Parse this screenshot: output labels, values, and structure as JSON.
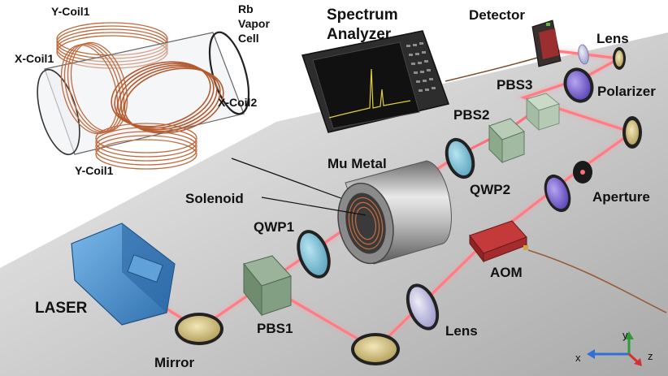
{
  "labels": {
    "y_coil1_top": "Y-Coil1",
    "x_coil1": "X-Coil1",
    "rb_line1": "Rb",
    "rb_line2": "Vapor",
    "rb_line3": "Cell",
    "x_coil2": "X-Coil2",
    "y_coil1_bottom": "Y-Coil1",
    "spectrum_line1": "Spectrum",
    "spectrum_line2": "Analyzer",
    "detector": "Detector",
    "lens_top": "Lens",
    "pbs3": "PBS3",
    "polarizer": "Polarizer",
    "pbs2": "PBS2",
    "mu_metal": "Mu Metal",
    "qwp2": "QWP2",
    "solenoid": "Solenoid",
    "aperture": "Aperture",
    "qwp1": "QWP1",
    "aom": "AOM",
    "laser": "LASER",
    "pbs1": "PBS1",
    "lens_bottom": "Lens",
    "mirror": "Mirror"
  },
  "axes": {
    "x": "x",
    "y": "y",
    "z": "z"
  },
  "colors": {
    "beam": "#ff6f78",
    "coil": "#c06a3e",
    "laser_body": "#4a90cc",
    "aom_body": "#b22a2a",
    "qwp": "#7ec3d8",
    "polarizer": "#7a62cc",
    "lens": "#c9c6e8",
    "mirror": "#d8c88e"
  }
}
